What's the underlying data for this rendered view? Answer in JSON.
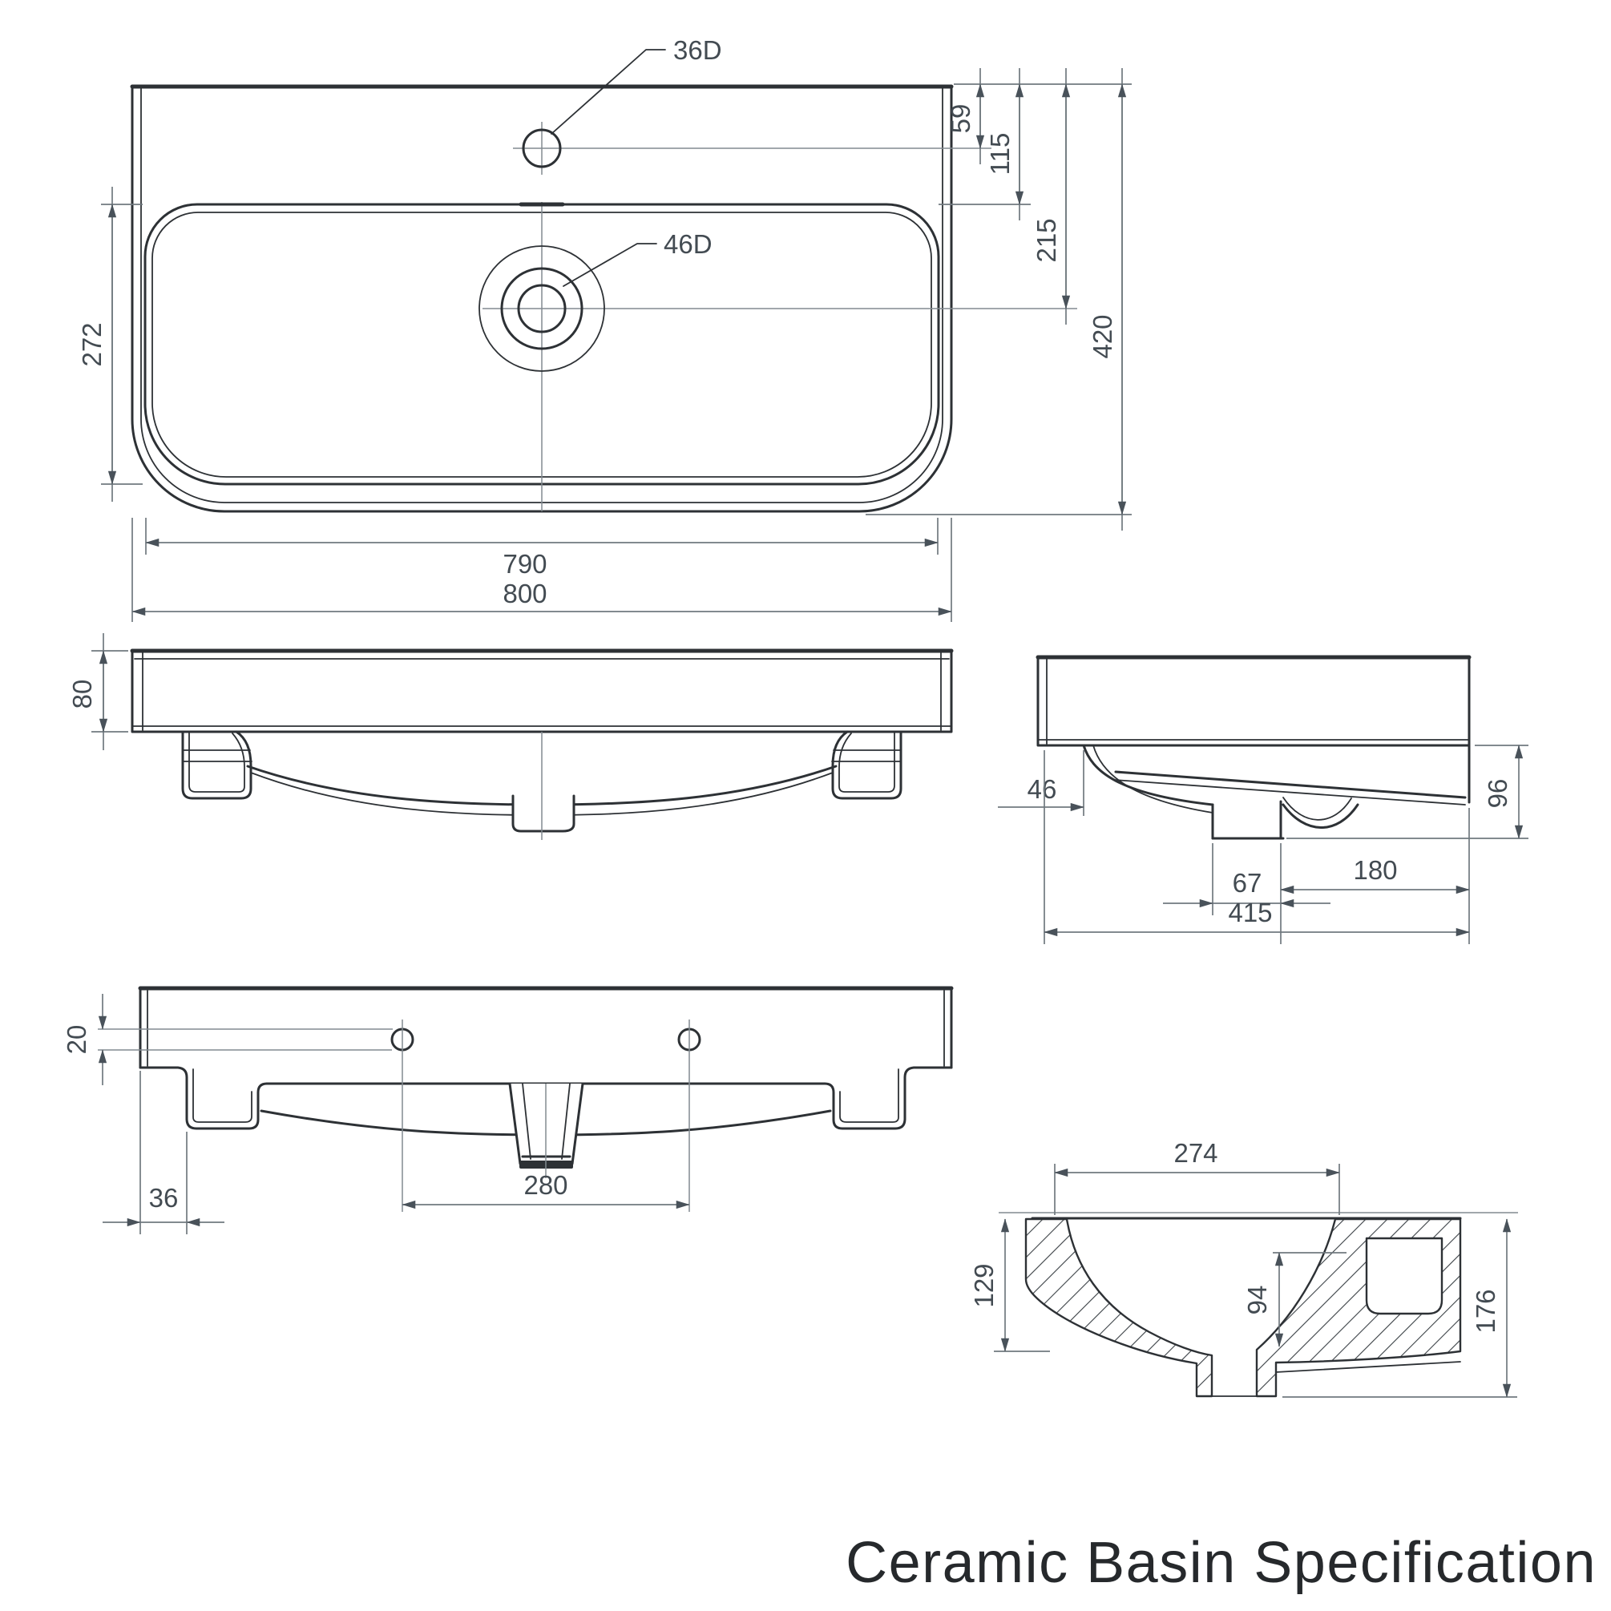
{
  "title": "Ceramic Basin Specification",
  "colors": {
    "object_line": "#2d3135",
    "dimension_line": "#70797f",
    "dimension_text": "#434b52",
    "background": "#ffffff"
  },
  "views": {
    "top_view": {
      "callout_faucet": "36D",
      "callout_drain": "46D",
      "dim_back_to_faucet": "59",
      "dim_back_to_opening": "115",
      "dim_back_to_drain": "215",
      "dim_overall_depth": "420",
      "dim_opening_depth": "272",
      "dim_inner_width": "790",
      "dim_overall_width": "800"
    },
    "front_view": {
      "dim_height": "80"
    },
    "side_view": {
      "dim_front_to_bowl": "46",
      "dim_drop": "96",
      "dim_drain_width": "67",
      "dim_drain_to_back": "180",
      "dim_depth": "415"
    },
    "bottom_view": {
      "dim_hole_diameter": "20",
      "dim_edge_offset": "36",
      "dim_hole_spacing": "280"
    },
    "section_view": {
      "dim_bowl_width": "274",
      "dim_bowl_depth": "129",
      "dim_drain_drop": "94",
      "dim_overall_height": "176"
    }
  }
}
